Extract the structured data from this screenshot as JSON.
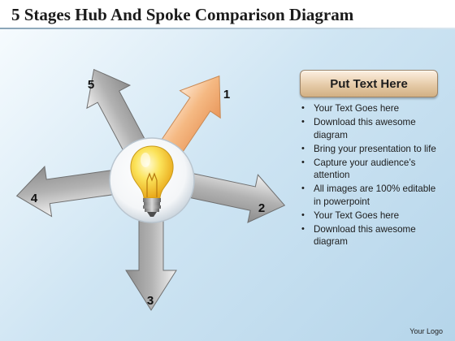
{
  "title": "5 Stages Hub And Spoke Comparison Diagram",
  "stages": [
    "1",
    "2",
    "3",
    "4",
    "5"
  ],
  "hub_icon": "lightbulb-icon",
  "colors": {
    "highlight_arrow": "#f3b47d",
    "gray_arrow": "#a9a9a9",
    "bulb": "#f7d233"
  },
  "panel": {
    "heading": "Put Text Here",
    "bullets": [
      "Your Text Goes here",
      "Download this awesome diagram",
      "Bring your presentation to life",
      "Capture your audience’s attention",
      "All images are 100% editable in powerpoint",
      "Your Text Goes here",
      "Download this awesome diagram"
    ]
  },
  "footer": "Your Logo"
}
